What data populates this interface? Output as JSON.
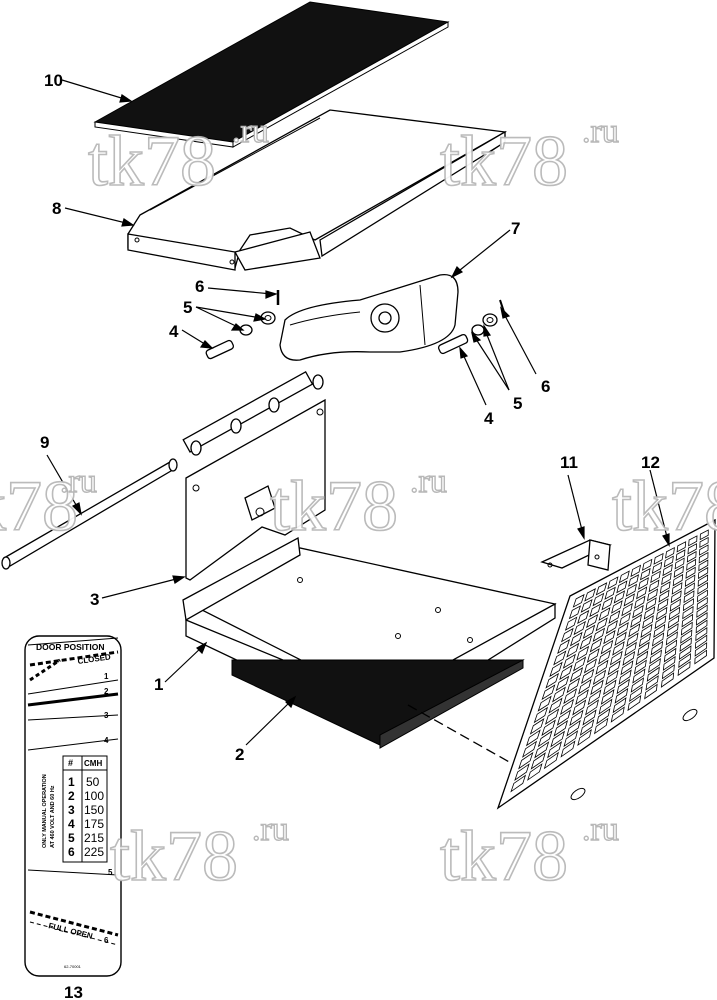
{
  "callouts": {
    "c10": "10",
    "c8": "8",
    "c7": "7",
    "c6a": "6",
    "c5a": "5",
    "c4a": "4",
    "c4b": "4",
    "c5b": "5",
    "c6b": "6",
    "c9": "9",
    "c3": "3",
    "c11": "11",
    "c12": "12",
    "c1": "1",
    "c2": "2",
    "c13": "13"
  },
  "watermark": {
    "main": "tk78",
    "suffix": ".ru"
  },
  "decal": {
    "title": "DOOR POSITION",
    "closed": "CLOSED",
    "marks": [
      "1",
      "2",
      "3",
      "4",
      "5",
      "6"
    ],
    "note_line1": "ONLY MANUAL OPERATION",
    "note_line2": "AT 460 VOLT AND 60 Hz",
    "table_header_num": "#",
    "table_header_cmh": "CMH",
    "rows": [
      {
        "n": "1",
        "cmh": "50"
      },
      {
        "n": "2",
        "cmh": "100"
      },
      {
        "n": "3",
        "cmh": "150"
      },
      {
        "n": "4",
        "cmh": "175"
      },
      {
        "n": "5",
        "cmh": "215"
      },
      {
        "n": "6",
        "cmh": "225"
      }
    ],
    "full_open": "FULL OPEN",
    "part_code": "62-70001"
  }
}
